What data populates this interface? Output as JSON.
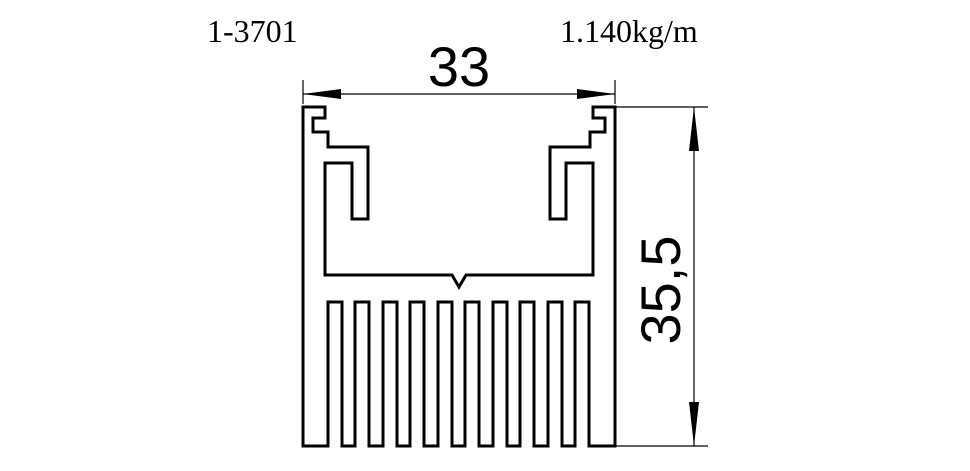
{
  "labels": {
    "part_number": "1-3701",
    "weight": "1.140kg/m",
    "width_dimension": "33",
    "height_dimension": "35,5"
  },
  "colors": {
    "line": "#000000",
    "background": "#ffffff"
  }
}
